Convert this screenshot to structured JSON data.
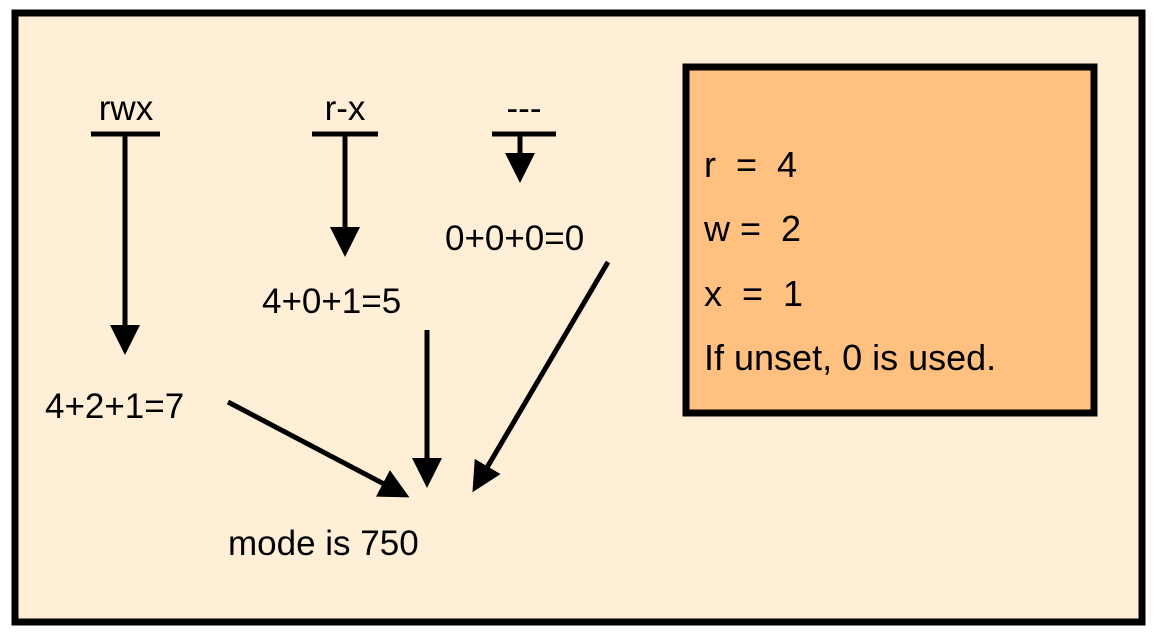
{
  "colors": {
    "background": "#FEEFD6",
    "legend_fill": "#FFC080",
    "stroke": "#000000"
  },
  "permissions": [
    {
      "symbol": "rwx",
      "sum": "4+2+1=7"
    },
    {
      "symbol": "r-x",
      "sum": "4+0+1=5"
    },
    {
      "symbol": "---",
      "sum": "0+0+0=0"
    }
  ],
  "result": "mode is 750",
  "legend": {
    "lines": [
      "r  =  4",
      "w =  2",
      "x  =  1",
      "If unset, 0 is used."
    ]
  }
}
